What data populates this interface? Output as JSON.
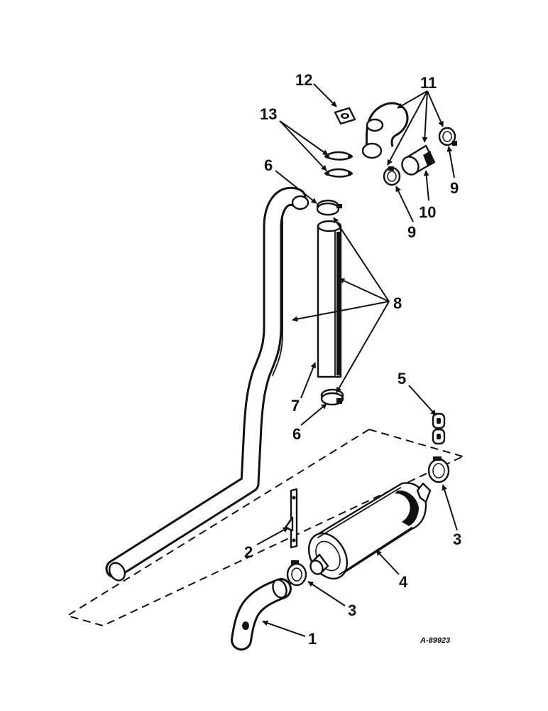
{
  "figure_id": "A-89923",
  "callouts": {
    "c1": "1",
    "c2": "2",
    "c3a": "3",
    "c3b": "3",
    "c4": "4",
    "c5": "5",
    "c6a": "6",
    "c6b": "6",
    "c7": "7",
    "c8": "8",
    "c9a": "9",
    "c9b": "9",
    "c10": "10",
    "c11": "11",
    "c12": "12",
    "c13": "13"
  }
}
